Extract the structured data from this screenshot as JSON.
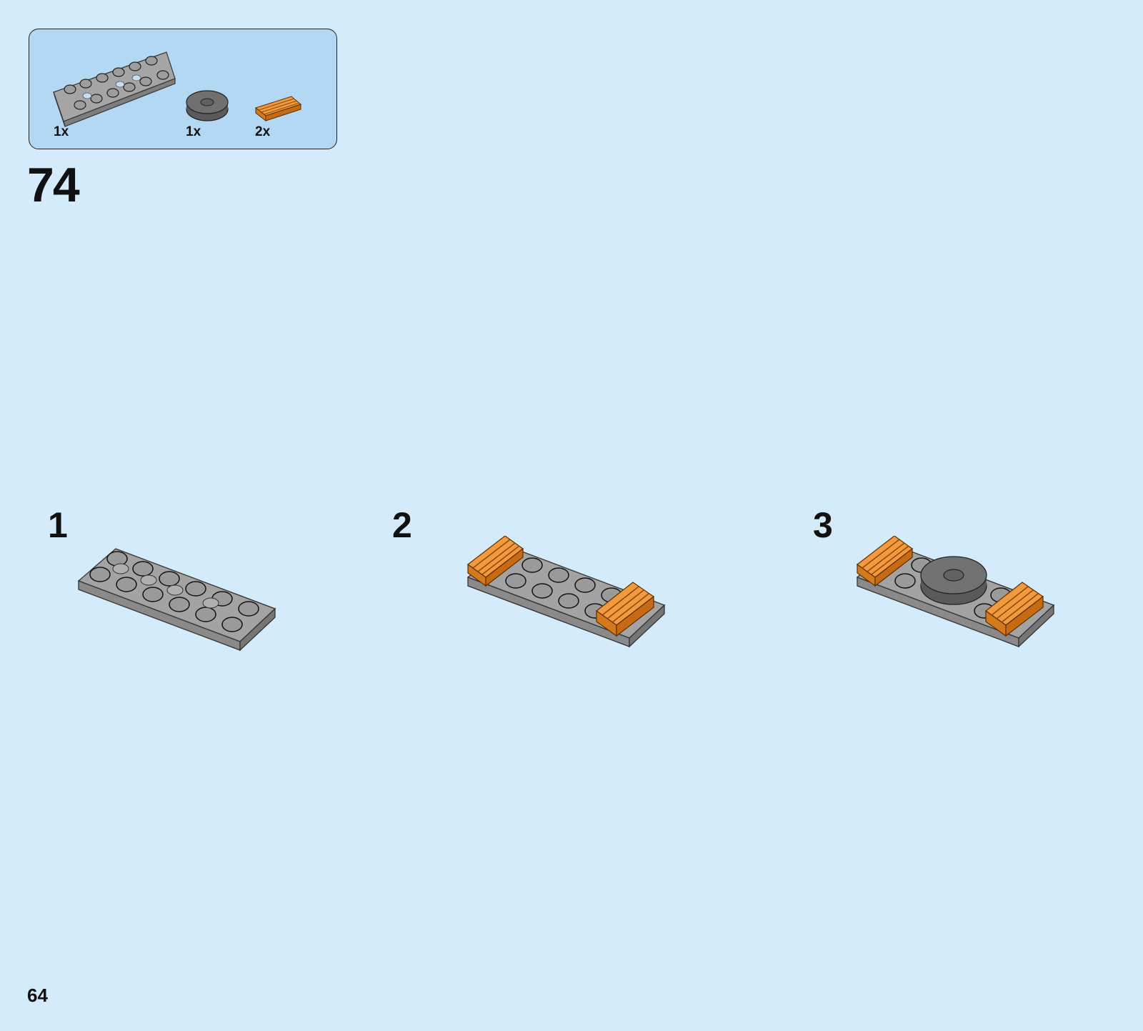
{
  "step": {
    "number": "74"
  },
  "parts_list": [
    {
      "name": "plate",
      "quantity": "1x",
      "color": "#9b9b9b"
    },
    {
      "name": "round-tile",
      "quantity": "1x",
      "color": "#666666"
    },
    {
      "name": "grille-tile",
      "quantity": "2x",
      "color": "#f08a25"
    }
  ],
  "substeps": [
    {
      "number": "1"
    },
    {
      "number": "2"
    },
    {
      "number": "3"
    }
  ],
  "page": {
    "number": "64"
  },
  "colors": {
    "background": "#d4ebfb",
    "parts_box": "#b3d8f4",
    "plate_top": "#a3a3a3",
    "stud": "#9a9a9a",
    "orange": "#f08a25",
    "dark_tile": "#6b6b6b"
  }
}
